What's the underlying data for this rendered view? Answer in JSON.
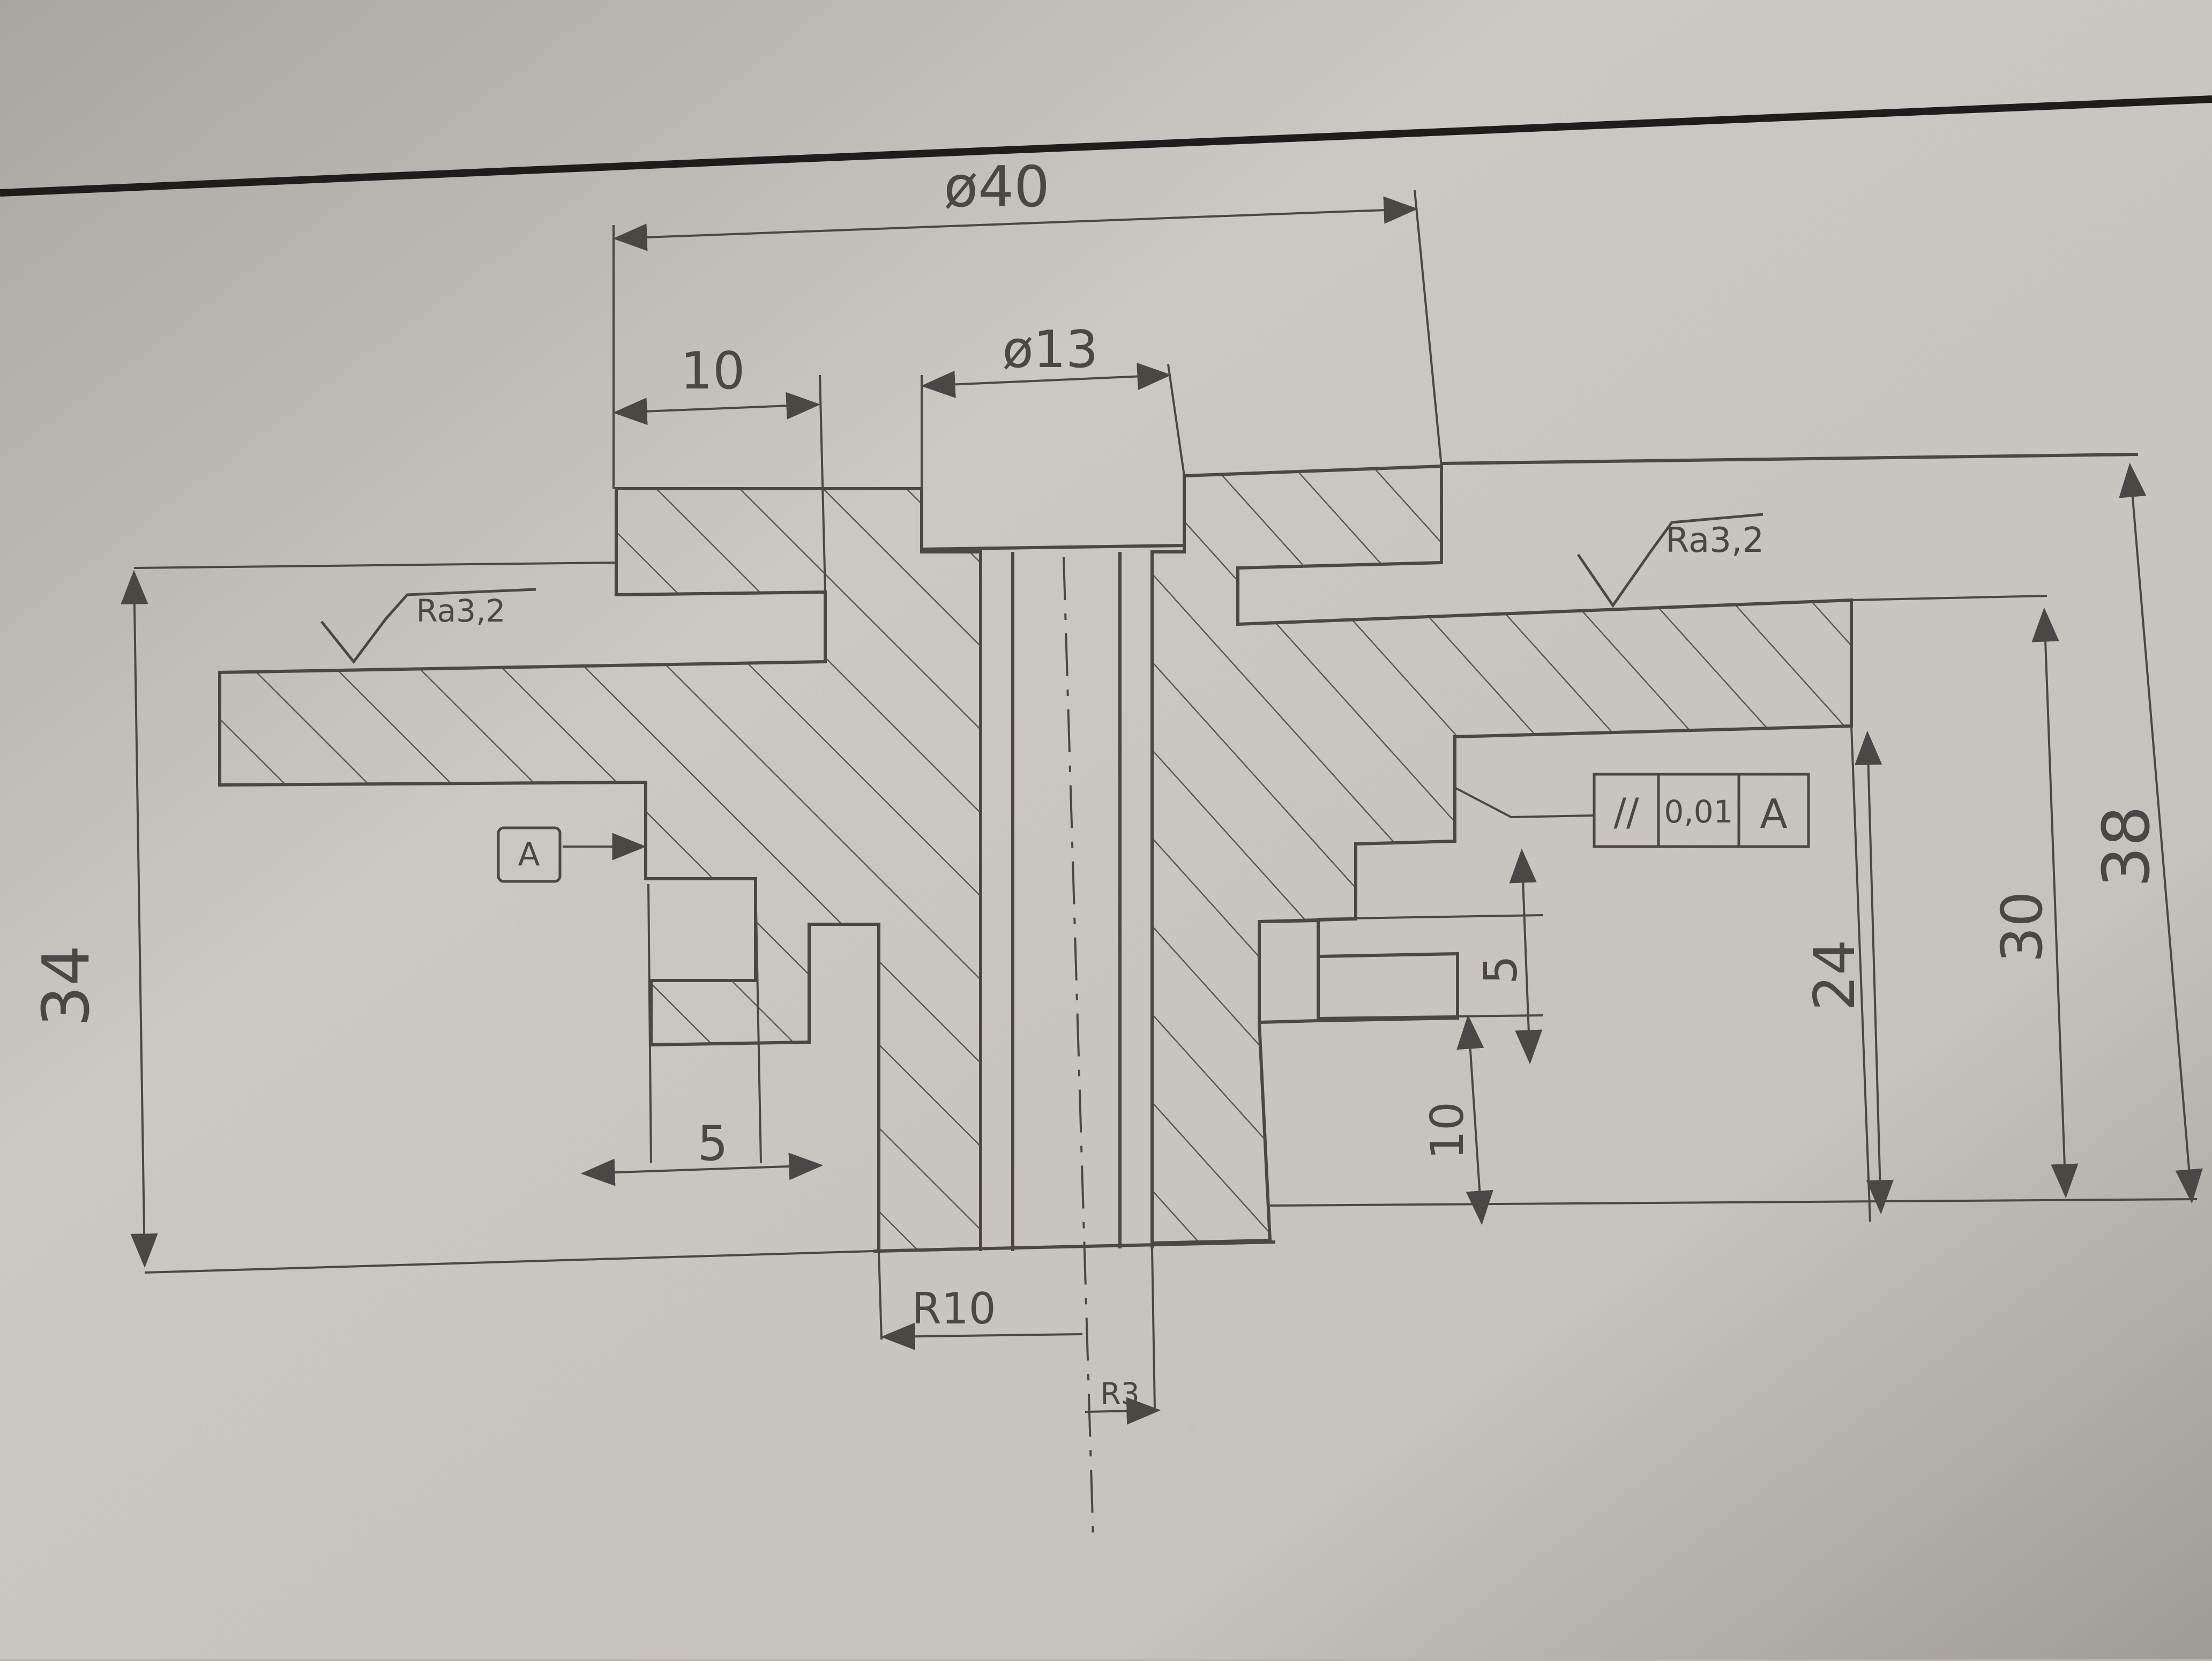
{
  "drawing": {
    "dimensions": {
      "outer_diameter": "ø40",
      "bore_diameter": "ø13",
      "flange_width": "10",
      "total_height_left": "34",
      "height_38": "38",
      "height_30": "30",
      "height_24": "24",
      "groove_width": "5",
      "groove_height": "5",
      "step_10": "10",
      "radius_10": "R10",
      "radius_3": "R3"
    },
    "surface_finish": {
      "left": "Ra3,2",
      "right": "Ra3,2"
    },
    "tolerance_frame": {
      "symbol": "//",
      "value": "0,01",
      "datum": "A"
    },
    "datum_label": "A",
    "colors": {
      "paper": "#c9c5bf",
      "pencil": "#4a4744",
      "hatch": "#5a5754",
      "border": "#1e1d1c"
    }
  }
}
